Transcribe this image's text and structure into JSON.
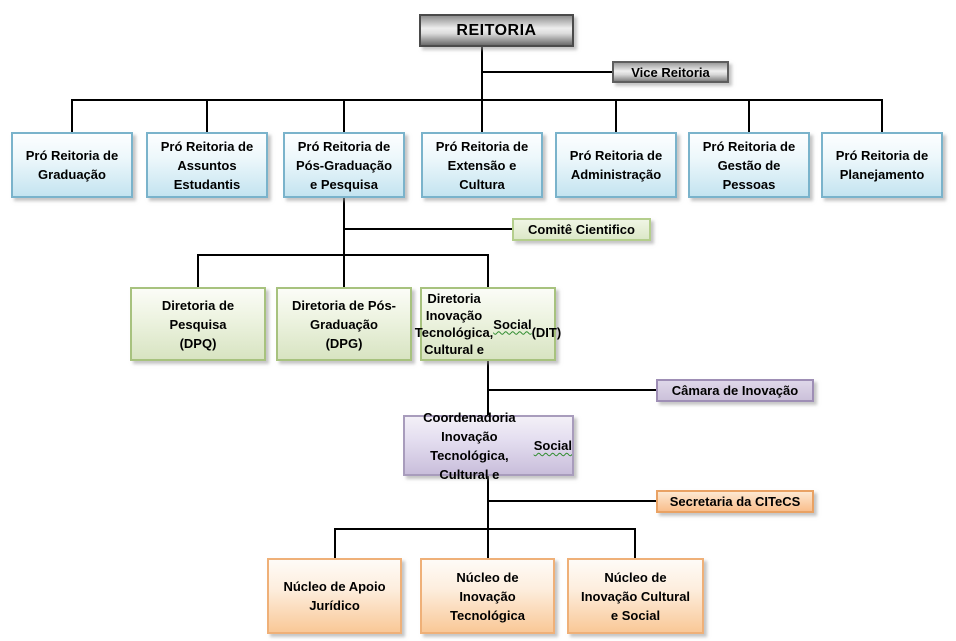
{
  "palette": {
    "connector_line": "#000000",
    "gray_box_border": "#4a4a4a",
    "gray_box_fill_dark": "#6b6b6b",
    "blue_box_border": "#7ab3cb",
    "blue_box_fill": "#c4e4f0",
    "green_box_border": "#a7c27e",
    "green_box_fill": "#d8e4c2",
    "purple_box_border": "#a89cbc",
    "purple_box_fill": "#c9bedb",
    "orange_box_border": "#efb078",
    "orange_box_fill": "#f9c897",
    "squiggle_underline": "#2e8b2e"
  },
  "root": {
    "label": "REITORIA"
  },
  "vice": {
    "label": "Vice Reitoria"
  },
  "pro_reitorias": [
    {
      "label": "Pró Reitoria de\nGraduação"
    },
    {
      "label": "Pró Reitoria de\nAssuntos\nEstudantis"
    },
    {
      "label": "Pró Reitoria de\nPós-Graduação\ne Pesquisa"
    },
    {
      "label": "Pró Reitoria de\nExtensão e\nCultura"
    },
    {
      "label": "Pró Reitoria de\nAdministração"
    },
    {
      "label": "Pró Reitoria de\nGestão de\nPessoas"
    },
    {
      "label": "Pró Reitoria de\nPlanejamento"
    }
  ],
  "comite": {
    "label": "Comitê Cientifico"
  },
  "diretorias": [
    {
      "label": "Diretoria de\nPesquisa\n(DPQ)"
    },
    {
      "label": "Diretoria de Pós-\nGraduação\n(DPG)"
    },
    {
      "label": "Diretoria Inovação\nTecnológica,\nCultural e Social\n(DIT)",
      "underline_word": "Social"
    }
  ],
  "camara": {
    "label": "Câmara de Inovação"
  },
  "coordenadoria": {
    "label": "Coordenadoria\nInovação Tecnológica,\nCultural e Social",
    "underline_word": "Social"
  },
  "secretaria": {
    "label": "Secretaria da CITeCS"
  },
  "nucleos": [
    {
      "label": "Núcleo de Apoio\nJurídico"
    },
    {
      "label": "Núcleo de\nInovação\nTecnológica"
    },
    {
      "label": "Núcleo de\nInovação Cultural\ne Social"
    }
  ]
}
